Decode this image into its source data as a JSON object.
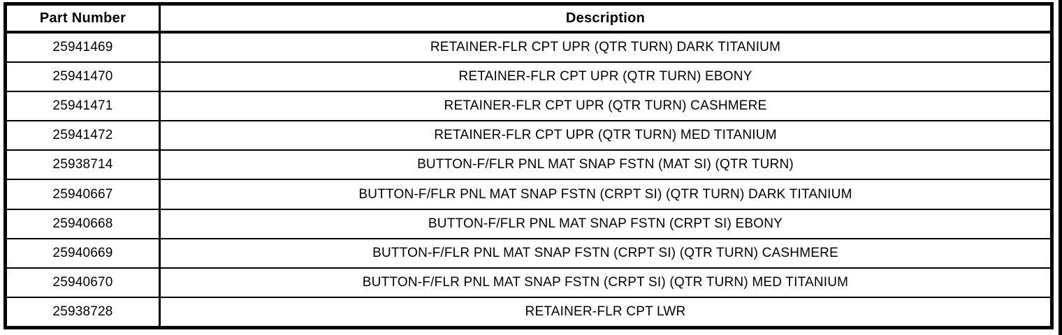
{
  "colors": {
    "background": "#ffffff",
    "border": "#000000",
    "text": "#000000"
  },
  "table": {
    "headers": [
      "Part Number",
      "Description"
    ],
    "rows": [
      {
        "part": "25941469",
        "desc": "RETAINER-FLR CPT UPR (QTR TURN) DARK TITANIUM"
      },
      {
        "part": "25941470",
        "desc": "RETAINER-FLR CPT UPR (QTR TURN) EBONY"
      },
      {
        "part": "25941471",
        "desc": "RETAINER-FLR CPT UPR (QTR TURN) CASHMERE"
      },
      {
        "part": "25941472",
        "desc": "RETAINER-FLR CPT UPR (QTR TURN) MED TITANIUM"
      },
      {
        "part": "25938714",
        "desc": "BUTTON-F/FLR PNL MAT SNAP FSTN (MAT SI) (QTR TURN)"
      },
      {
        "part": "25940667",
        "desc": "BUTTON-F/FLR PNL MAT SNAP FSTN (CRPT SI) (QTR TURN) DARK TITANIUM"
      },
      {
        "part": "25940668",
        "desc": "BUTTON-F/FLR PNL MAT SNAP FSTN (CRPT SI) EBONY"
      },
      {
        "part": "25940669",
        "desc": "BUTTON-F/FLR PNL MAT SNAP FSTN (CRPT SI) (QTR TURN) CASHMERE"
      },
      {
        "part": "25940670",
        "desc": "BUTTON-F/FLR PNL MAT SNAP FSTN (CRPT SI) (QTR TURN) MED TITANIUM"
      },
      {
        "part": "25938728",
        "desc": "RETAINER-FLR CPT LWR"
      }
    ]
  }
}
